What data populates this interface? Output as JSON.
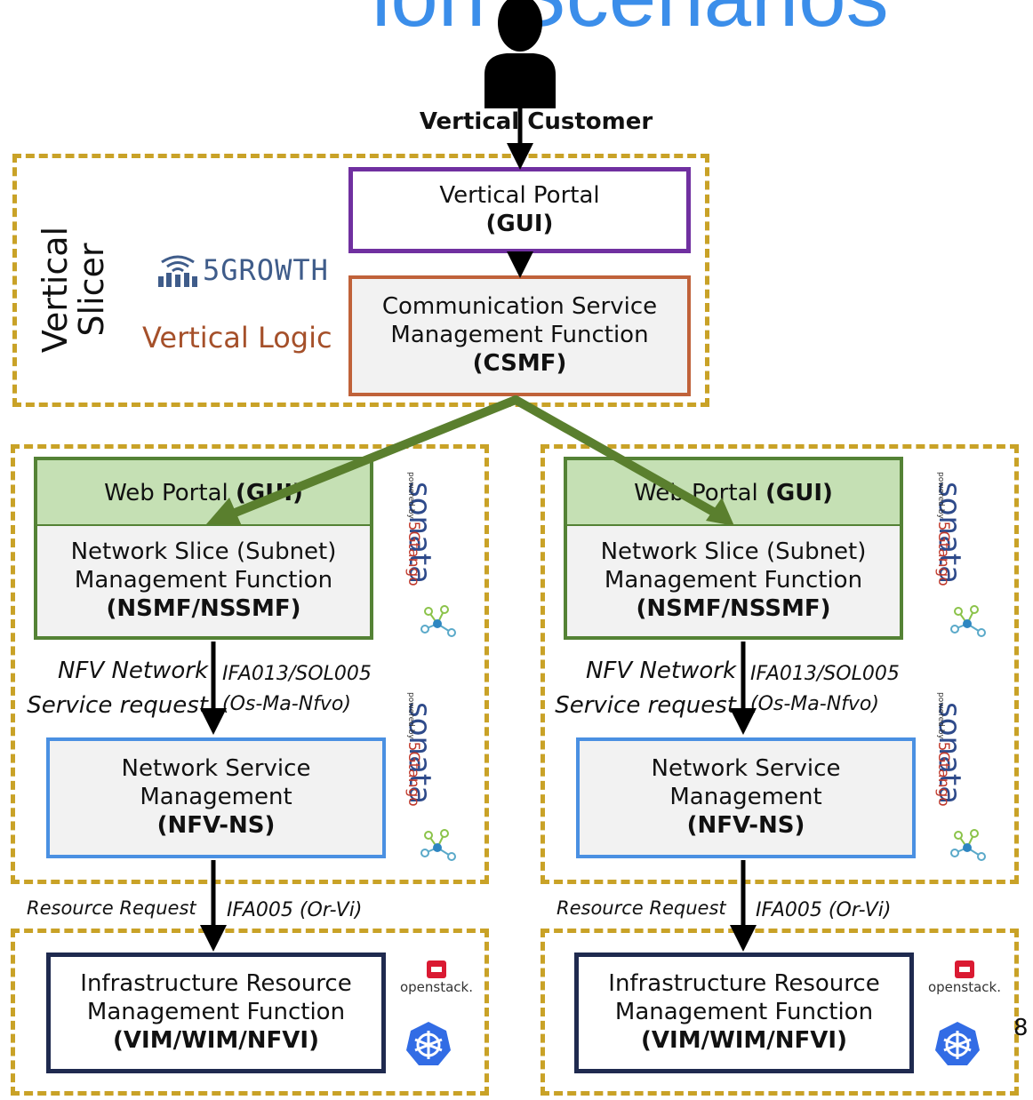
{
  "header_fragment": "ion Scenarios",
  "customer": {
    "label": "Vertical Customer"
  },
  "slicer": {
    "title_line1": "Vertical",
    "title_line2": "Slicer",
    "logo_text": "5GROWTH",
    "logic_label": "Vertical Logic",
    "portal": {
      "line1": "Vertical Portal",
      "line2": "(GUI)"
    },
    "csmf": {
      "line1": "Communication Service",
      "line2": "Management Function",
      "line3": "(CSMF)"
    }
  },
  "left": {
    "web_portal": {
      "text": "Web Portal ",
      "bold": "(GUI)"
    },
    "nsmf": {
      "line1": "Network Slice (Subnet)",
      "line2": "Management Function",
      "line3": "(NSMF/NSSMF)"
    },
    "nfv_label1": "NFV Network",
    "nfv_label2": "Service request",
    "ifa013": "IFA013/SOL005",
    "osma": "(Os-Ma-Nfvo)",
    "ns": {
      "line1": "Network Service",
      "line2": "Management",
      "line3": "(NFV-NS)"
    },
    "resource_request": "Resource Request",
    "ifa005": "IFA005 (Or-Vi)",
    "infra": {
      "line1": "Infrastructure Resource",
      "line2": "Management Function",
      "line3": "(VIM/WIM/NFVI)"
    }
  },
  "right": {
    "web_portal": {
      "text": "Web Portal ",
      "bold": "(GUI)"
    },
    "nsmf": {
      "line1": "Network Slice (Subnet)",
      "line2": "Management Function",
      "line3": "(NSMF/NSSMF)"
    },
    "nfv_label1": "NFV Network",
    "nfv_label2": "Service request",
    "ifa013": "IFA013/SOL005",
    "osma": "(Os-Ma-Nfvo)",
    "ns": {
      "line1": "Network Service",
      "line2": "Management",
      "line3": "(NFV-NS)"
    },
    "resource_request": "Resource Request",
    "ifa005": "IFA005 (Or-Vi)",
    "infra": {
      "line1": "Infrastructure Resource",
      "line2": "Management Function",
      "line3": "(VIM/WIM/NFVI)"
    }
  },
  "sonata": {
    "name": "sonata",
    "powered": "powered by",
    "brand": "5Gtango"
  },
  "openstack": "openstack.",
  "page_number": "8",
  "colors": {
    "dashed_border": "#C9A227",
    "portal_border": "#7030A0",
    "csmf_border": "#C0623A",
    "csmf_fill": "#F2F2F2",
    "web_portal_fill": "#C5E0B4",
    "green_border": "#548235",
    "green_arrow": "#5A7F2E",
    "ns_border": "#4A90E2",
    "infra_border": "#1F2A4F",
    "header_blue": "#3B8EEA",
    "vertical_logic": "#A5502A",
    "sonata_blue": "#2E4A8A",
    "tango_red": "#C0392B",
    "k8s_blue": "#326CE5"
  }
}
